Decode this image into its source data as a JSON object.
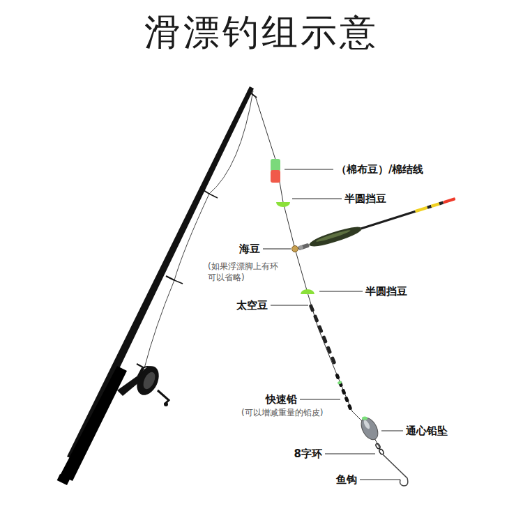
{
  "diagram": {
    "title": "滑漂钓组示意",
    "labels": [
      "（棉布豆）/棉结线",
      "半圆挡豆",
      "海豆",
      "(如果浮漂脚上有环 可以省略)",
      "半圆挡豆",
      "太空豆",
      "快速铅",
      "(可以增减重量的铅皮)",
      "通心铅坠",
      "8字环",
      "鱼钩"
    ]
  }
}
